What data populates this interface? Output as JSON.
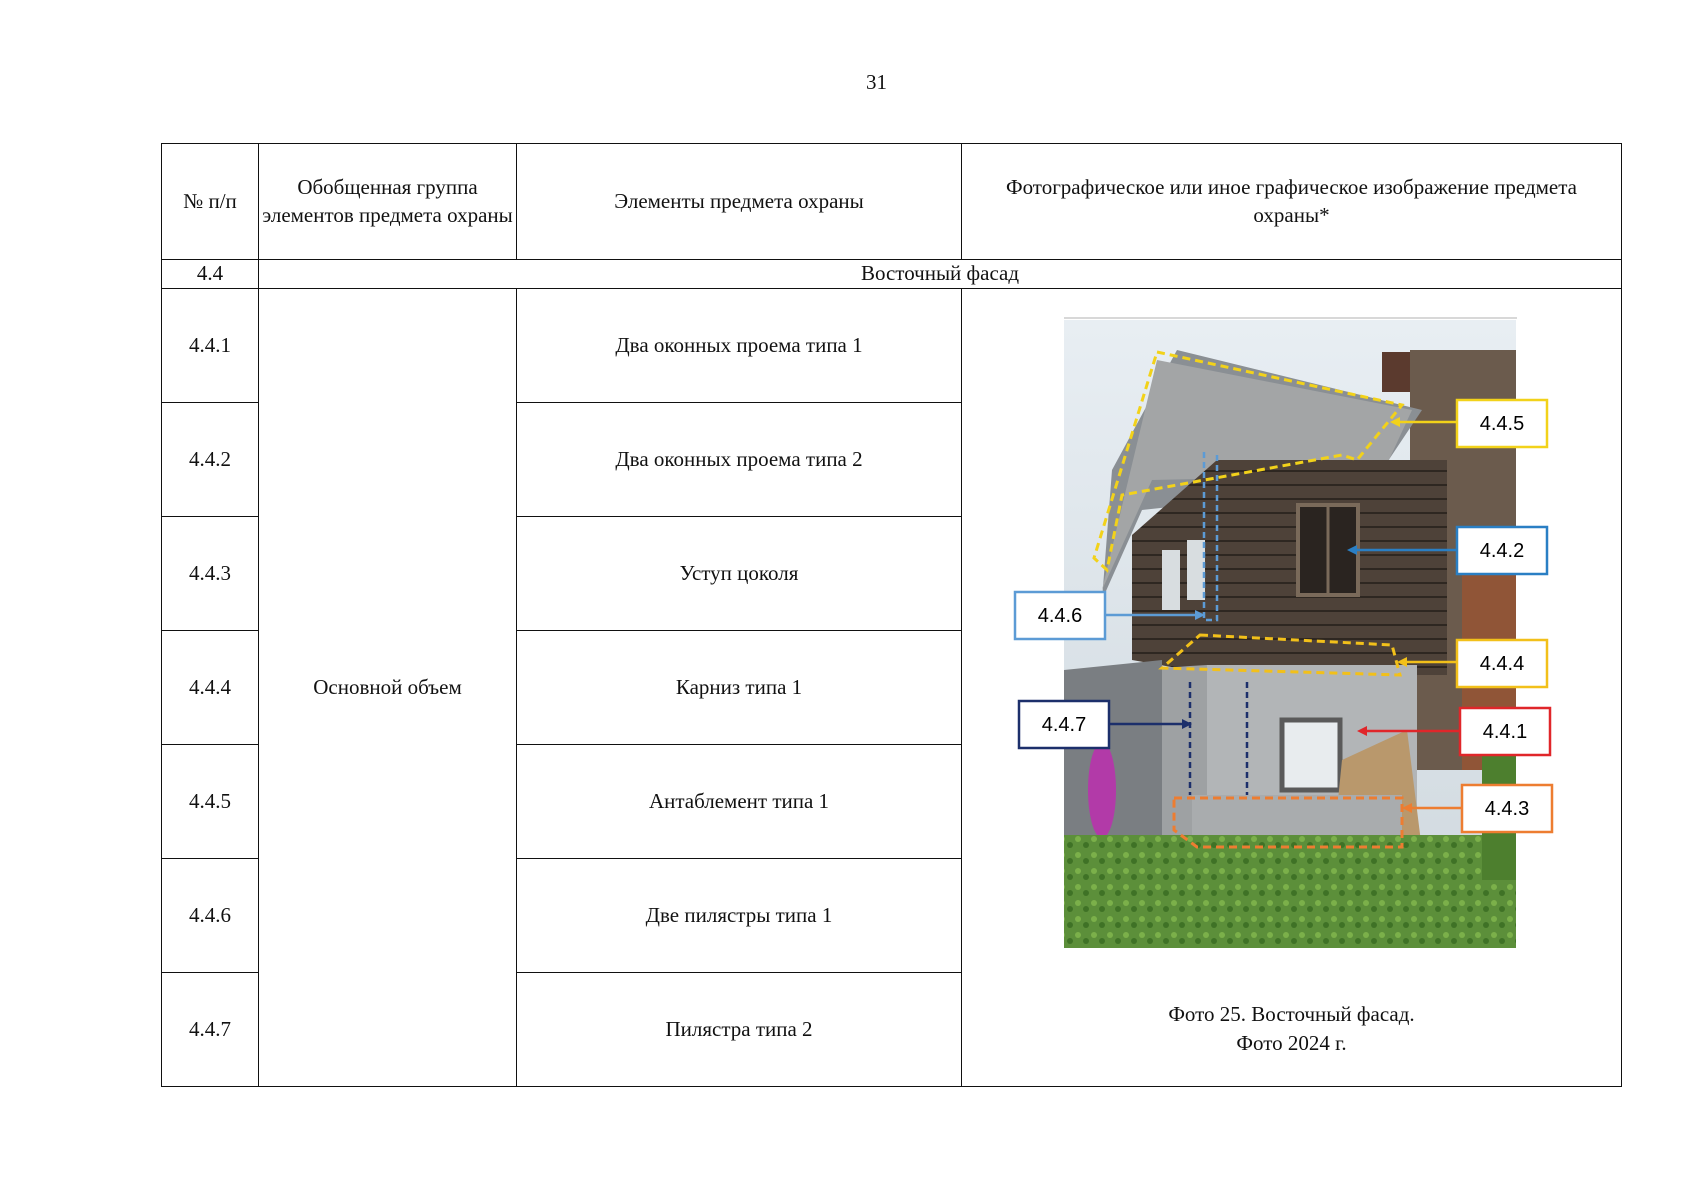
{
  "page_number": "31",
  "table": {
    "headers": [
      "№ п/п",
      "Обобщенная группа элементов предмета охраны",
      "Элементы предмета охраны",
      "Фотографическое или иное графическое изображение предмета охраны*"
    ],
    "section": {
      "num": "4.4",
      "title": "Восточный фасад"
    },
    "group": "Основной объем",
    "rows": [
      {
        "num": "4.4.1",
        "element": "Два оконных проема типа 1"
      },
      {
        "num": "4.4.2",
        "element": "Два оконных проема типа 2"
      },
      {
        "num": "4.4.3",
        "element": "Уступ цоколя"
      },
      {
        "num": "4.4.4",
        "element": "Карниз типа 1"
      },
      {
        "num": "4.4.5",
        "element": "Антаблемент типа 1"
      },
      {
        "num": "4.4.6",
        "element": "Две пилястры типа 1"
      },
      {
        "num": "4.4.7",
        "element": "Пилястра типа 2"
      }
    ]
  },
  "photo": {
    "caption_line1": "Фото 25. Восточный фасад.",
    "caption_line2": "Фото 2024 г.",
    "callouts": [
      {
        "label": "4.4.5",
        "color": "#f2d21a"
      },
      {
        "label": "4.4.2",
        "color": "#2a7fc4"
      },
      {
        "label": "4.4.6",
        "color": "#5c9bd5"
      },
      {
        "label": "4.4.4",
        "color": "#f2c01a"
      },
      {
        "label": "4.4.7",
        "color": "#1c2f6b"
      },
      {
        "label": "4.4.1",
        "color": "#e0262a"
      },
      {
        "label": "4.4.3",
        "color": "#ed7d31"
      }
    ]
  }
}
